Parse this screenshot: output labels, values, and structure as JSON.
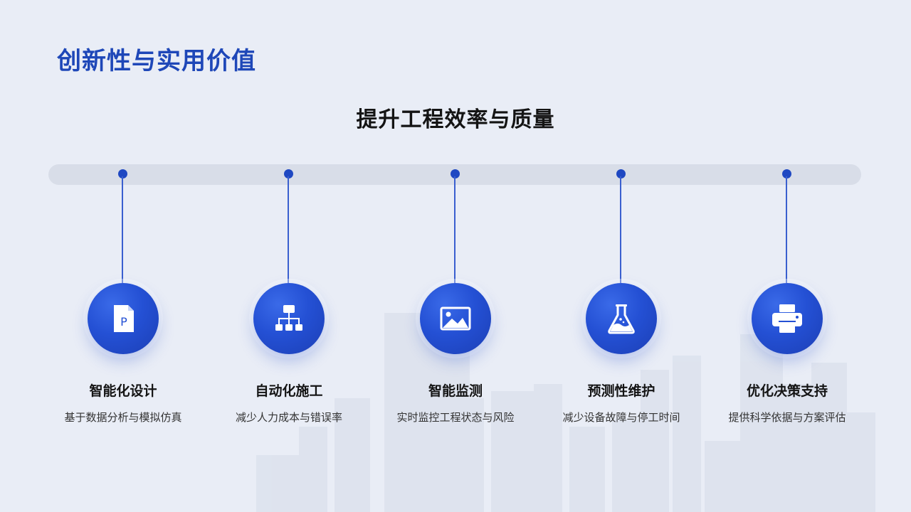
{
  "page": {
    "title": "创新性与实用价值",
    "subtitle": "提升工程效率与质量"
  },
  "colors": {
    "accent": "#1e47b8",
    "track": "#d8dde8",
    "background": "#e9edf6"
  },
  "timeline": [
    {
      "title": "智能化设计",
      "description": "基于数据分析与模拟仿真",
      "icon": "document-p-icon"
    },
    {
      "title": "自动化施工",
      "description": "减少人力成本与错误率",
      "icon": "hierarchy-icon"
    },
    {
      "title": "智能监测",
      "description": "实时监控工程状态与风险",
      "icon": "image-icon"
    },
    {
      "title": "预测性维护",
      "description": "减少设备故障与停工时间",
      "icon": "flask-icon"
    },
    {
      "title": "优化决策支持",
      "description": "提供科学依据与方案评估",
      "icon": "printer-icon"
    }
  ]
}
